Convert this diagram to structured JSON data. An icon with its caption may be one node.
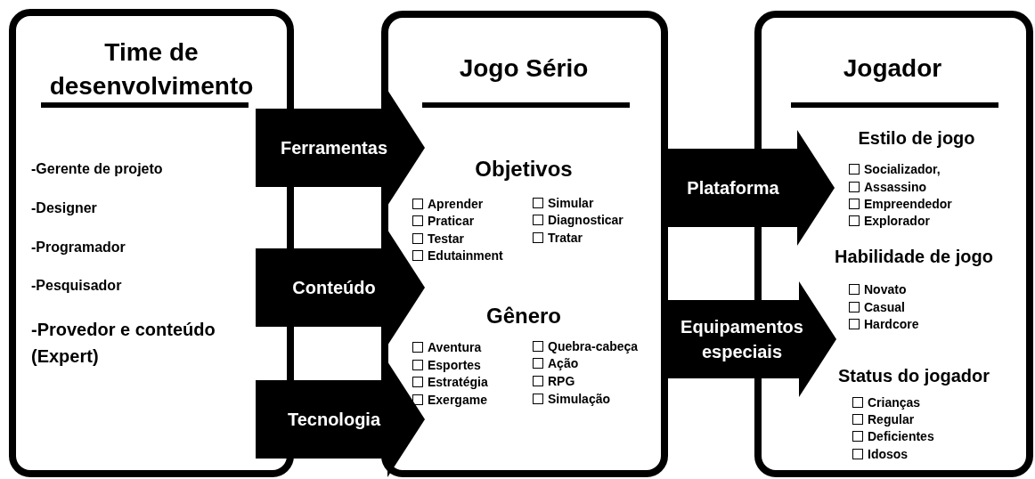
{
  "diagram": {
    "nodes": [
      {
        "text": [
          "Time de desenvolvimento",
          "-Gerente de projeto",
          "-Designer",
          "-Programador",
          "-Pesquisador",
          "-Provedor e conteúdo (Expert)"
        ]
      },
      {
        "text": [
          "Jogo Sério",
          "Objetivos",
          "Aprender",
          "Praticar",
          "Testar",
          "Edutainment",
          "Simular",
          "Diagnosticar",
          "Tratar",
          "Gênero",
          "Aventura",
          "Esportes",
          "Estratégia",
          "Exergame",
          "Quebra-cabeça",
          "Ação",
          "RPG",
          "Simulação"
        ]
      },
      {
        "text": [
          "Jogador",
          "Estilo de jogo",
          "Socializador,",
          "Assassino",
          "Empreendedor",
          "Explorador",
          "Habilidade de jogo",
          "Novato",
          "Casual",
          "Hardcore",
          "Status do jogador",
          "Crianças",
          "Regular",
          "Deficientes",
          "Idosos"
        ]
      }
    ],
    "edges": [
      {
        "from": 0,
        "to": 1,
        "arrow": "to",
        "label": "Ferramentas"
      },
      {
        "from": 0,
        "to": 1,
        "arrow": "to",
        "label": "Conteúdo"
      },
      {
        "from": 0,
        "to": 1,
        "arrow": "to",
        "label": "Tecnologia"
      },
      {
        "from": 1,
        "to": 2,
        "arrow": "to",
        "label": "Plataforma"
      },
      {
        "from": 1,
        "to": 2,
        "arrow": "to",
        "label": "Equipamentos especiais"
      }
    ]
  }
}
